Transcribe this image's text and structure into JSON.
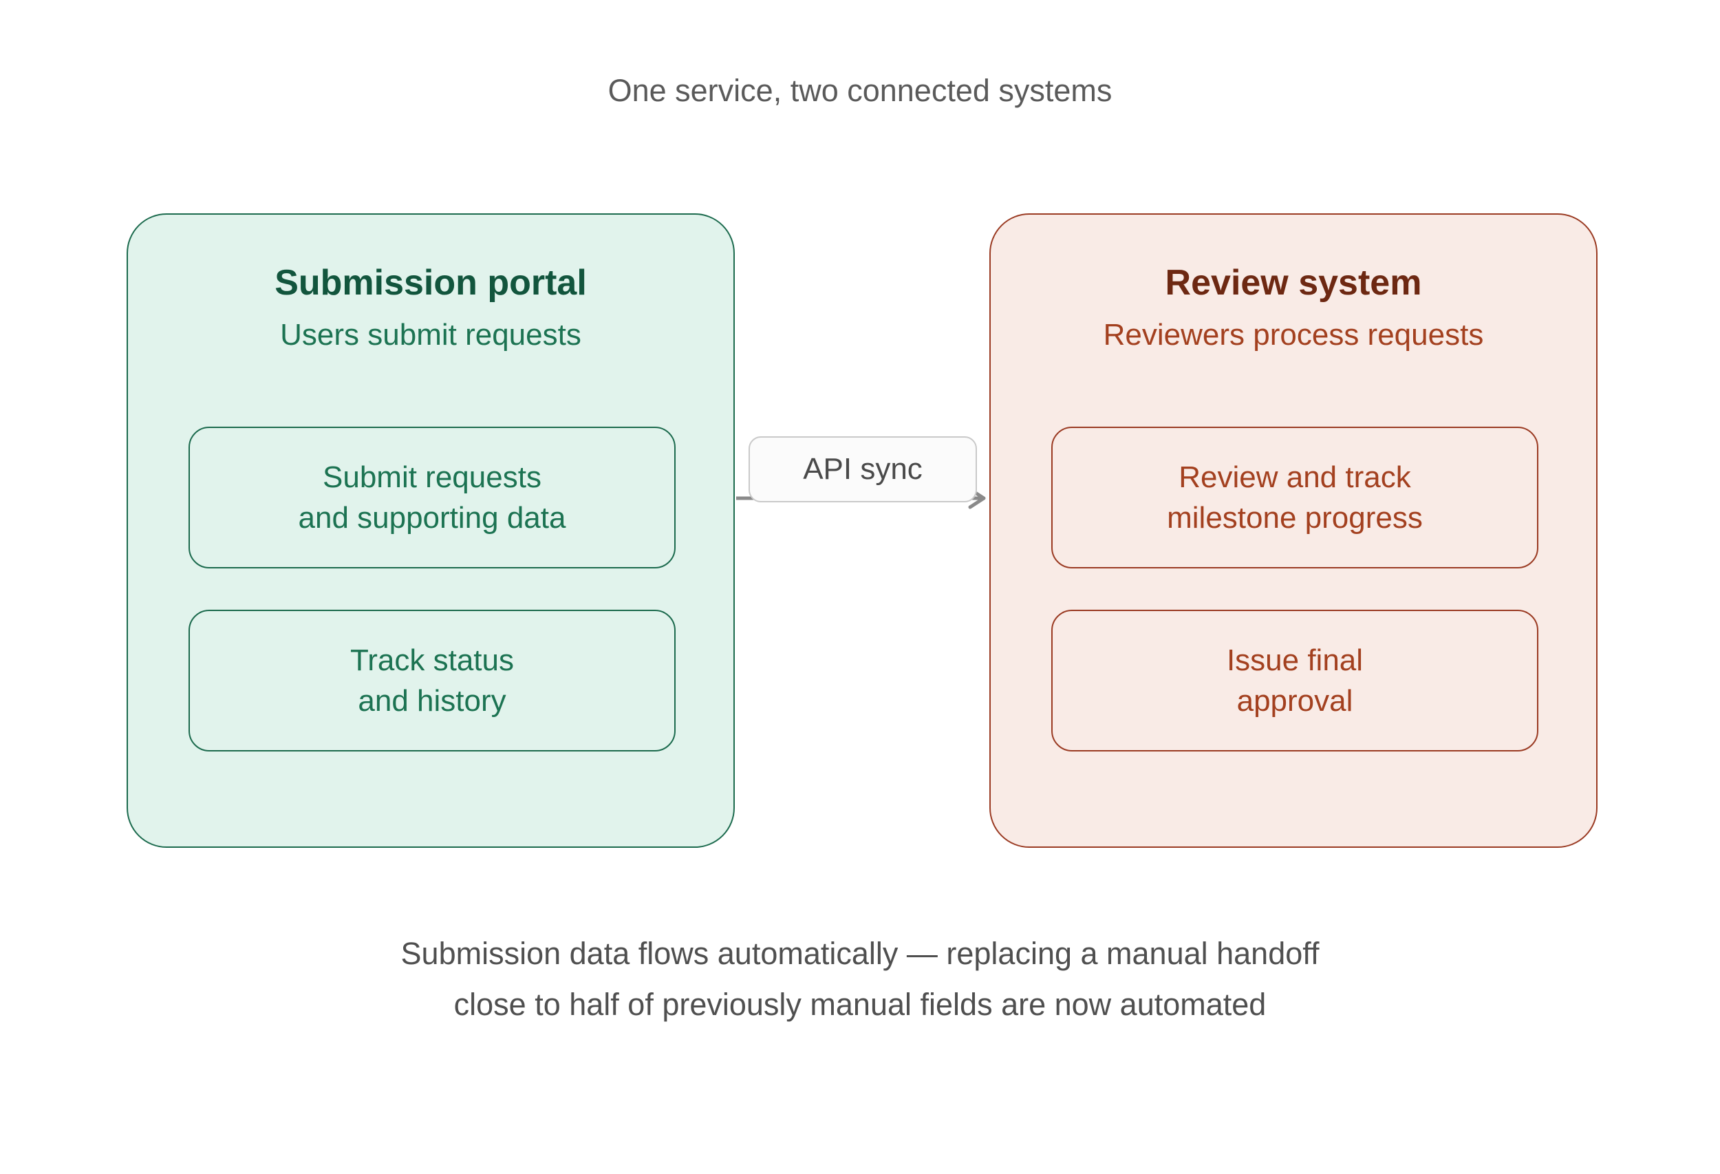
{
  "title": "One service, two connected systems",
  "portal": {
    "title": "Submission portal",
    "subtitle": "Users submit requests",
    "items": [
      "Submit requests\nand supporting data",
      "Track status\nand history"
    ],
    "colors": {
      "fill": "#e1f3ec",
      "border": "#1b6a4d",
      "text": "#1c7352"
    }
  },
  "review": {
    "title": "Review system",
    "subtitle": "Reviewers process requests",
    "items": [
      "Review and track\nmilestone progress",
      "Issue final\napproval"
    ],
    "colors": {
      "fill": "#f9ebe6",
      "border": "#9a3a22",
      "text": "#a3401f"
    }
  },
  "connector": {
    "label": "API sync",
    "direction": "portal-to-review",
    "icon": "arrow-right-icon"
  },
  "caption": {
    "line1": "Submission data flows automatically — replacing a manual handoff",
    "line2": "close to half of previously manual fields are now automated"
  }
}
